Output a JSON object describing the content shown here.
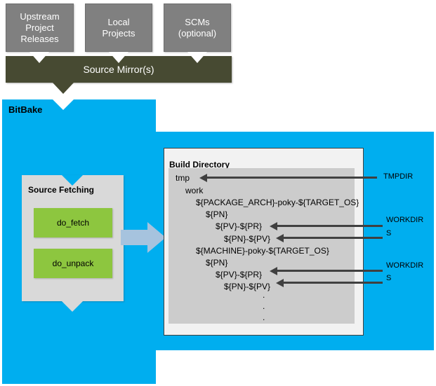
{
  "diagram": {
    "title": "BitBake Source Fetching Flow",
    "colors": {
      "bitbake_blue": "#00aeef",
      "source_box_grey": "#808080",
      "mirror_olive": "#474a32",
      "task_green": "#8dc63f",
      "panel_grey": "#d9d9d9",
      "tree_grey": "#cccccc",
      "arrow_light_blue": "#a6c3de",
      "pointer_dark": "#404040"
    }
  },
  "sources": [
    {
      "label": "Upstream\nProject\nReleases",
      "lines": [
        "Upstream",
        "Project",
        "Releases"
      ]
    },
    {
      "label": "Local\nProjects",
      "lines": [
        "Local",
        "Projects"
      ]
    },
    {
      "label": "SCMs\n(optional)",
      "lines": [
        "SCMs",
        "(optional)"
      ]
    }
  ],
  "mirror": {
    "label": "Source Mirror(s)"
  },
  "bitbake": {
    "label": "BitBake"
  },
  "source_fetching": {
    "title": "Source Fetching",
    "tasks": [
      {
        "label": "do_fetch"
      },
      {
        "label": "do_unpack"
      }
    ]
  },
  "build_directory": {
    "title": "Build Directory",
    "tree": [
      {
        "text": "tmp",
        "indent": 0
      },
      {
        "text": "work",
        "indent": 1
      },
      {
        "text": "${PACKAGE_ARCH}-poky-${TARGET_OS}",
        "indent": 2
      },
      {
        "text": "${PN}",
        "indent": 3
      },
      {
        "text": "${PV}-${PR}",
        "indent": 4
      },
      {
        "text": "${PN}-${PV}",
        "indent": 5
      },
      {
        "text": "${MACHINE}-poky-${TARGET_OS}",
        "indent": 2
      },
      {
        "text": "${PN}",
        "indent": 3
      },
      {
        "text": "${PV}-${PR}",
        "indent": 4
      },
      {
        "text": "${PN}-${PV}",
        "indent": 5
      }
    ],
    "ellipsis": [
      ".",
      ".",
      "."
    ]
  },
  "pointers": [
    {
      "label": "TMPDIR",
      "target": "tmp"
    },
    {
      "label": "WORKDIR",
      "target": "${PV}-${PR}"
    },
    {
      "label": "S",
      "target": "${PN}-${PV}"
    },
    {
      "label": "WORKDIR",
      "target": "${PV}-${PR}"
    },
    {
      "label": "S",
      "target": "${PN}-${PV}"
    }
  ]
}
